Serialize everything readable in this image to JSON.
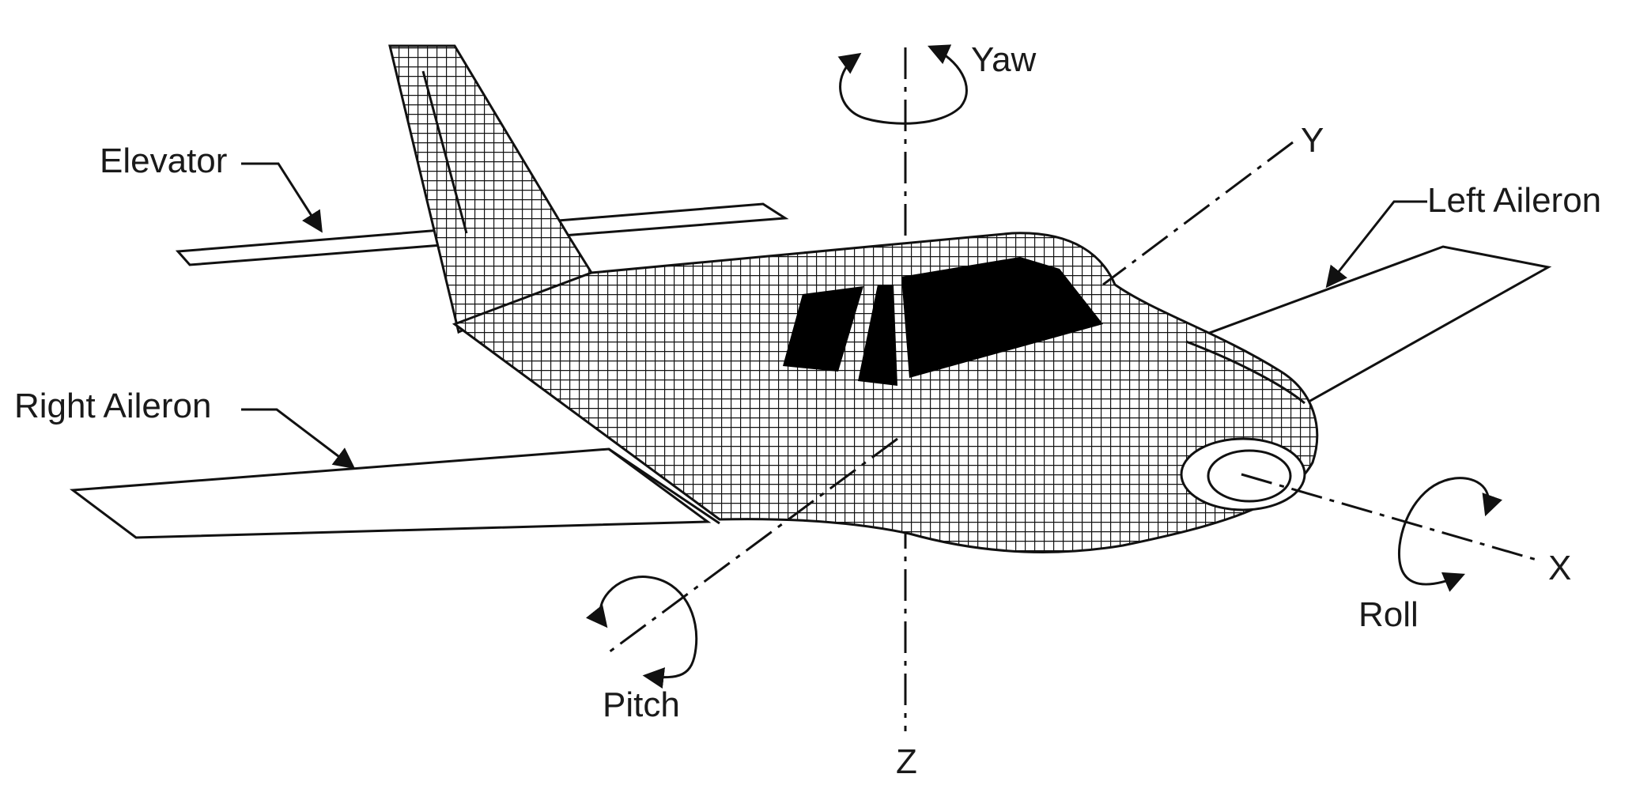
{
  "diagram": {
    "labels": {
      "yaw": "Yaw",
      "y_axis": "Y",
      "elevator": "Elevator",
      "left_aileron": "Left Aileron",
      "right_aileron": "Right Aileron",
      "roll": "Roll",
      "x_axis": "X",
      "pitch": "Pitch",
      "z_axis": "Z"
    },
    "colors": {
      "ink": "#111111",
      "fill_light": "#ffffff",
      "window": "#000000"
    }
  }
}
